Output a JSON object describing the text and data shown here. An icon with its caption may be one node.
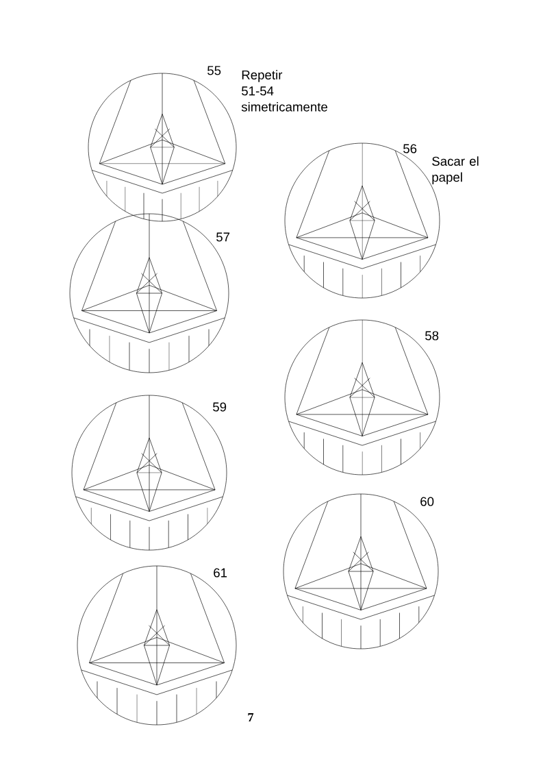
{
  "diagram": {
    "labels": [
      "55",
      "Repetir 51-54 simetricamente",
      "56",
      "Sacar el papel",
      "57",
      "58",
      "59",
      "60",
      "61",
      "7"
    ]
  }
}
